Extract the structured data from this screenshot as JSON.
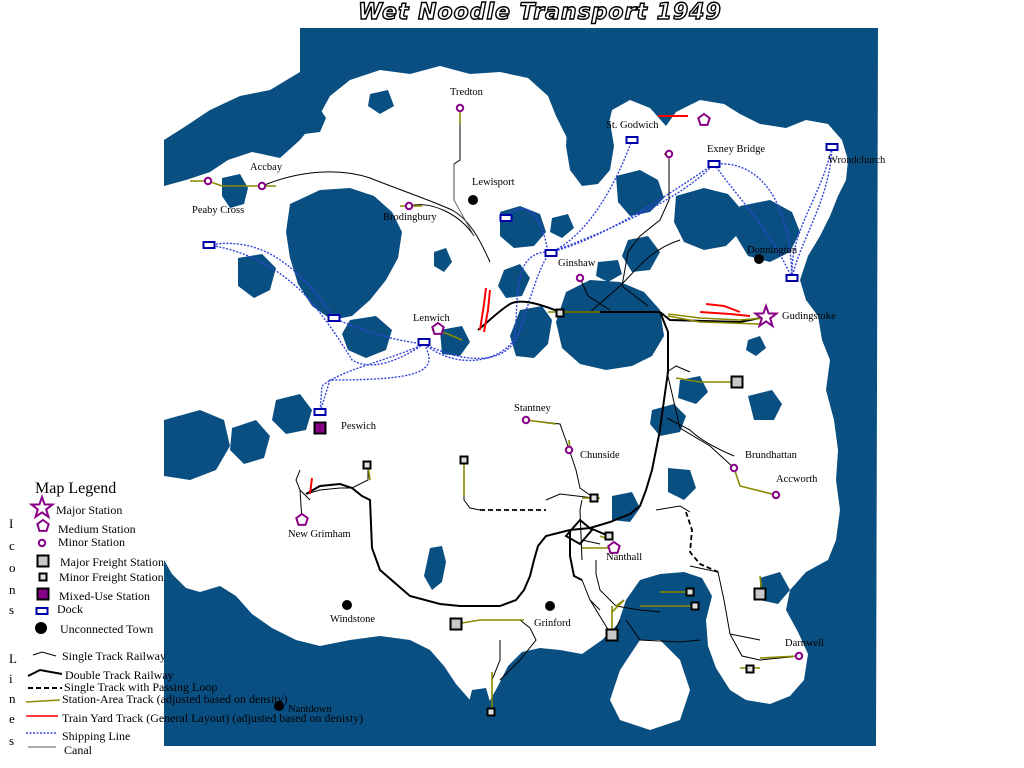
{
  "title": "Wet Noodle Transport 1949",
  "colors": {
    "water": "#0a4f82",
    "land": "#ffffff",
    "single_rail": "#000000",
    "station_track": "#8a8a00",
    "yard_track": "#ff0000",
    "shipping": "#0000cc",
    "station_icon": "#880088",
    "canal": "#555555"
  },
  "towns": [
    {
      "name": "Tredton",
      "type": "minor"
    },
    {
      "name": "St. Godwich",
      "type": "medium"
    },
    {
      "name": "Exney Bridge",
      "type": "dock"
    },
    {
      "name": "Wrondchurch",
      "type": "dock"
    },
    {
      "name": "Accbay",
      "type": "minor"
    },
    {
      "name": "Peaby Cross",
      "type": "minor"
    },
    {
      "name": "Lewisport",
      "type": "unconnected"
    },
    {
      "name": "Brodingbury",
      "type": "minor"
    },
    {
      "name": "Ginshaw",
      "type": "minor"
    },
    {
      "name": "Donnington",
      "type": "unconnected"
    },
    {
      "name": "Gudingstoke",
      "type": "major"
    },
    {
      "name": "Lenwich",
      "type": "medium"
    },
    {
      "name": "Stantney",
      "type": "minor"
    },
    {
      "name": "Peswich",
      "type": "mixed"
    },
    {
      "name": "Chunside",
      "type": "minor"
    },
    {
      "name": "Brundhattan",
      "type": "minor"
    },
    {
      "name": "Accworth",
      "type": "minor"
    },
    {
      "name": "New Grimham",
      "type": "medium"
    },
    {
      "name": "Nanthall",
      "type": "medium"
    },
    {
      "name": "Windstone",
      "type": "unconnected"
    },
    {
      "name": "Grinford",
      "type": "unconnected"
    },
    {
      "name": "Darnwell",
      "type": "minor"
    },
    {
      "name": "Nantdown",
      "type": "unconnected"
    }
  ],
  "legend": {
    "title": "Map Legend",
    "icons_label": "Icons",
    "lines_label": "Lines",
    "icons": [
      {
        "label": "Major Station",
        "icon": "star-icon"
      },
      {
        "label": "Medium Station",
        "icon": "pentagon-icon"
      },
      {
        "label": "Minor Station",
        "icon": "circle-icon"
      },
      {
        "label": "Major Freight Station",
        "icon": "grey-square-icon"
      },
      {
        "label": "Minor Freight Station",
        "icon": "small-square-icon"
      },
      {
        "label": "Mixed-Use Station",
        "icon": "purple-square-icon"
      },
      {
        "label": "Dock",
        "icon": "dock-icon"
      },
      {
        "label": "Unconnected Town",
        "icon": "dot-icon"
      }
    ],
    "lines": [
      {
        "label": "Single Track Railway"
      },
      {
        "label": "Double Track Railway"
      },
      {
        "label": "Single Track with Passing Loop"
      },
      {
        "label": "Station-Area Track (adjusted based on density)"
      },
      {
        "label": "Train Yard Track (General Layout) (adjusted based on denisty)"
      },
      {
        "label": "Shipping Line"
      },
      {
        "label": "Canal"
      }
    ]
  }
}
